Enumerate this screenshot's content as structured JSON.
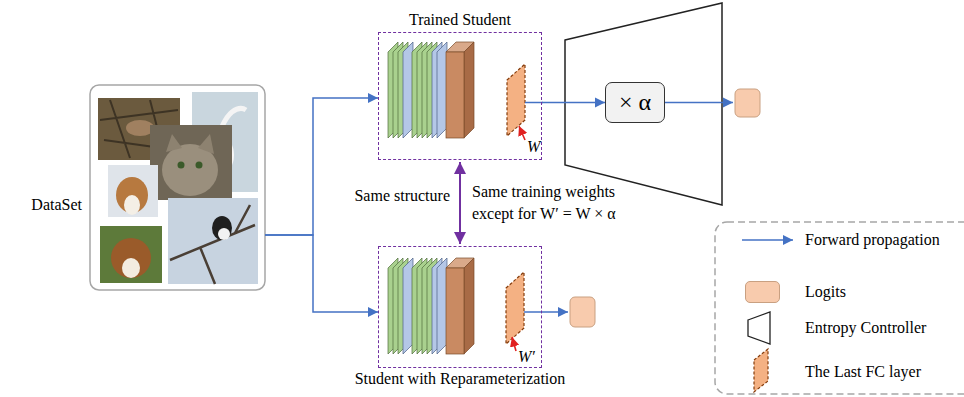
{
  "diagram": {
    "nodes": [
      {
        "text": [
          "DataSet"
        ]
      },
      {
        "text": [
          "Trained Student"
        ]
      },
      {
        "text": [
          "× α"
        ]
      },
      {
        "text": [
          "Student with Reparameterization"
        ]
      }
    ],
    "edges": [
      {
        "from": 0,
        "to": 1,
        "arrow": "to"
      },
      {
        "from": 0,
        "to": 3,
        "arrow": "to"
      },
      {
        "from": 1,
        "to": 2,
        "arrow": "to"
      },
      {
        "from": 1,
        "to": 3,
        "arrow": "both",
        "label": "Same training weights except for W′ = W × α"
      }
    ],
    "labels": [
      "Same structure",
      "W",
      "W′"
    ],
    "legend": [
      {
        "text": "Forward propagation"
      },
      {
        "text": "Logits",
        "color": "#f8cbad"
      },
      {
        "text": "Entropy Controller"
      },
      {
        "text": "The Last FC layer"
      }
    ]
  }
}
